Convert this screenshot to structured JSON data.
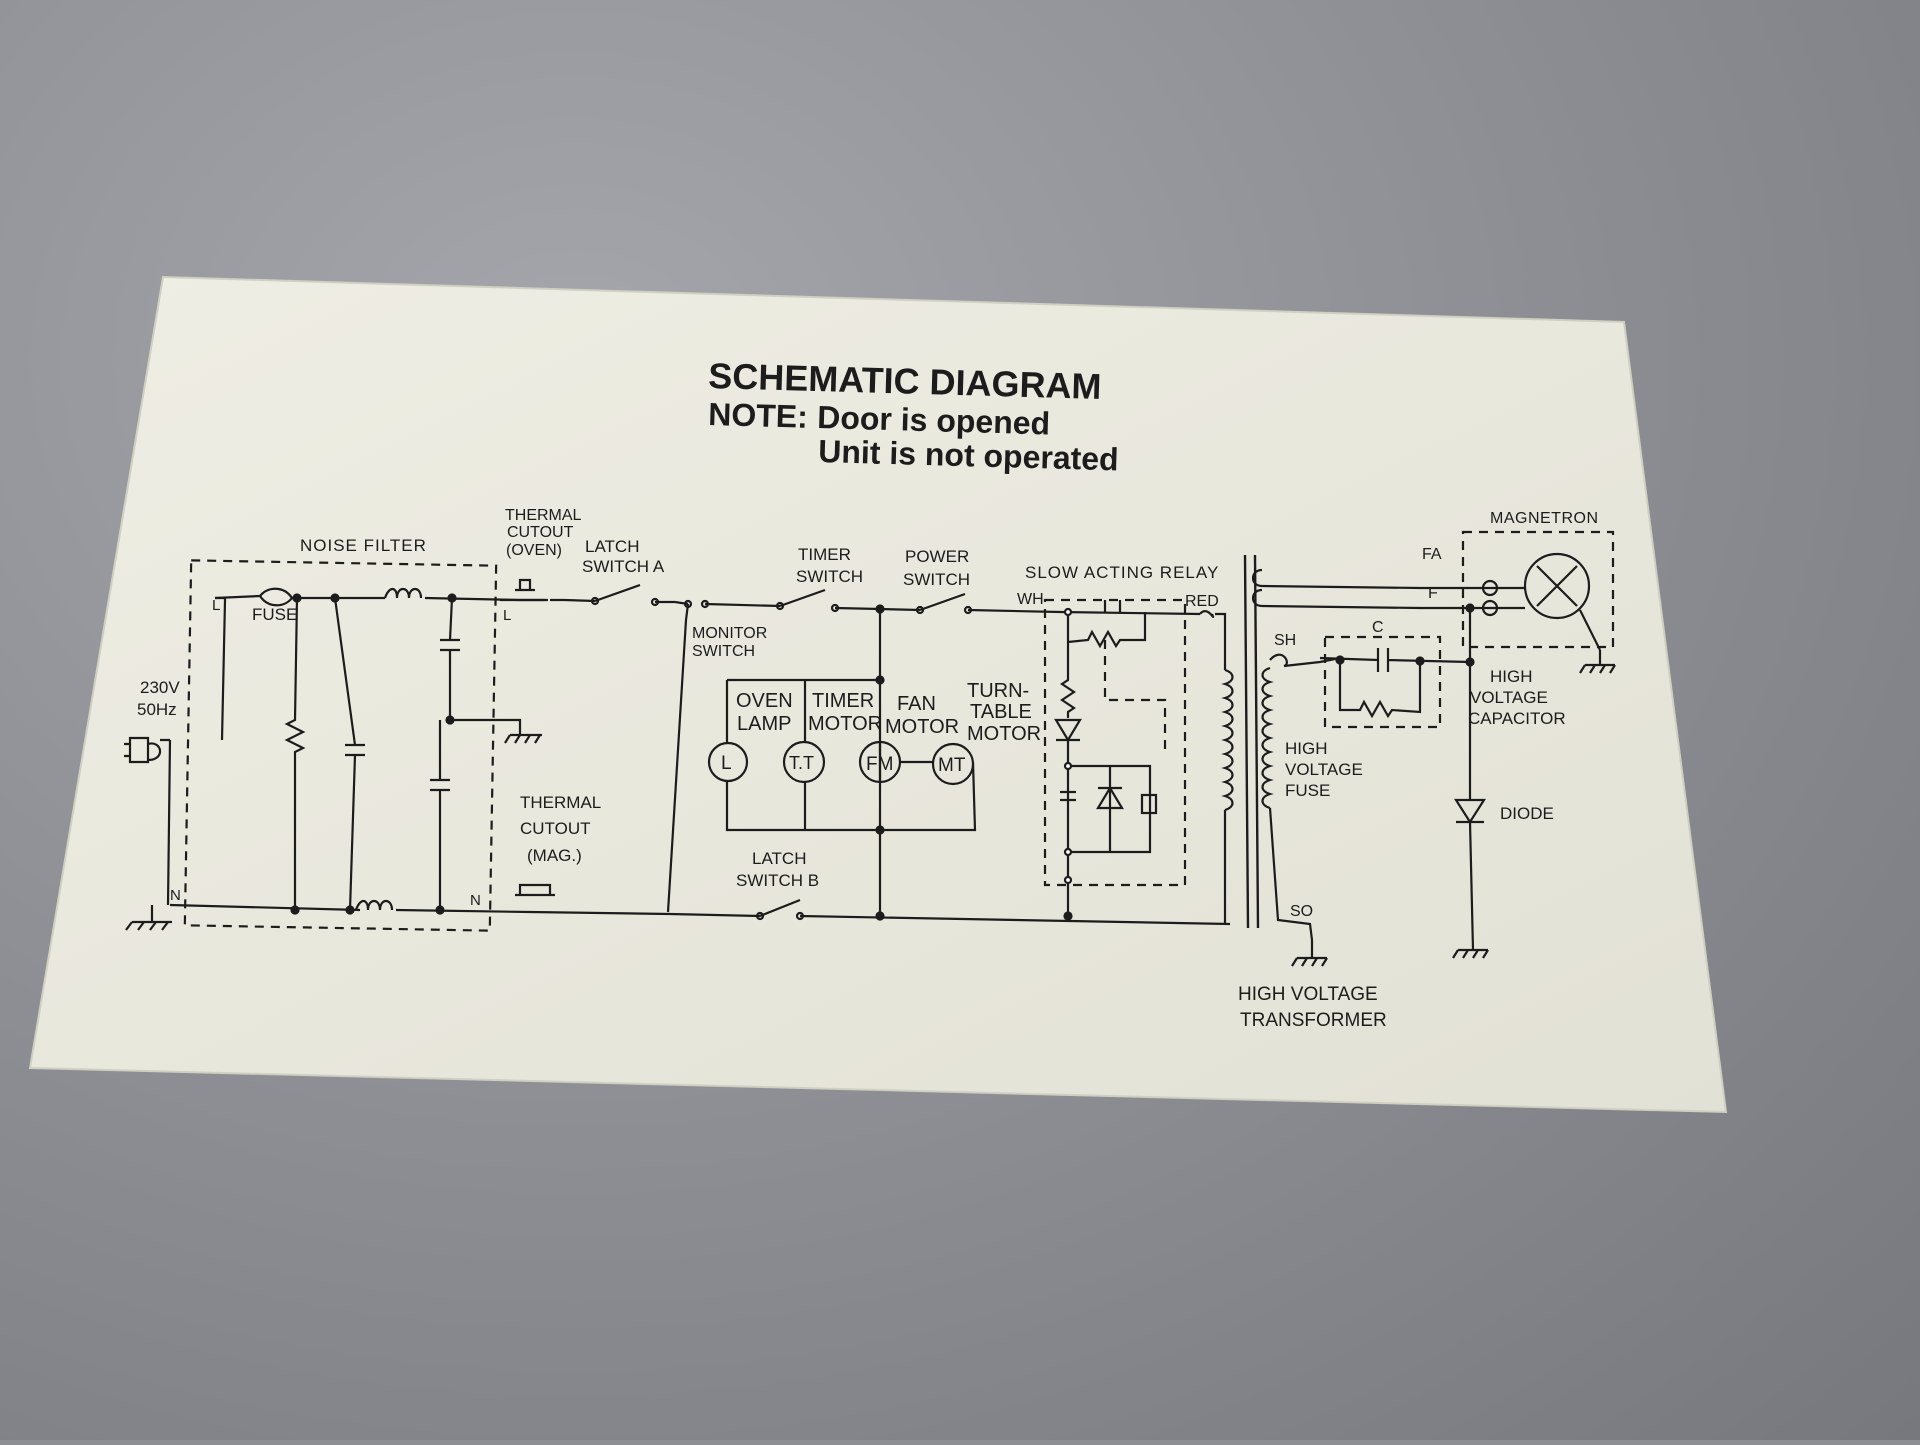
{
  "title": "SCHEMATIC DIAGRAM",
  "note_label": "NOTE:",
  "note_line1": "Door is opened",
  "note_line2": "Unit is not operated",
  "labels": {
    "noise_filter": "NOISE FILTER",
    "fuse": "FUSE",
    "supply_l": "L",
    "supply_n": "N",
    "filter_l": "L",
    "filter_n": "N",
    "voltage": "230V",
    "frequency": "50Hz",
    "thermal_cutout_oven_1": "THERMAL",
    "thermal_cutout_oven_2": "CUTOUT",
    "thermal_cutout_oven_3": "(OVEN)",
    "latch_switch_a_1": "LATCH",
    "latch_switch_a_2": "SWITCH A",
    "monitor_switch_1": "MONITOR",
    "monitor_switch_2": "SWITCH",
    "timer_switch_1": "TIMER",
    "timer_switch_2": "SWITCH",
    "power_switch_1": "POWER",
    "power_switch_2": "SWITCH",
    "slow_acting_relay": "SLOW ACTING RELAY",
    "wh": "WH",
    "red": "RED",
    "oven_lamp_1": "OVEN",
    "oven_lamp_2": "LAMP",
    "timer_motor_1": "TIMER",
    "timer_motor_2": "MOTOR",
    "fan_motor_1": "FAN",
    "fan_motor_2": "MOTOR",
    "turntable_motor_1": "TURN-",
    "turntable_motor_2": "TABLE",
    "turntable_motor_3": "MOTOR",
    "sym_l": "L",
    "sym_tt": "T.T",
    "sym_fm": "FM",
    "sym_mt": "MT",
    "thermal_cutout_mag_1": "THERMAL",
    "thermal_cutout_mag_2": "CUTOUT",
    "thermal_cutout_mag_3": "(MAG.)",
    "latch_switch_b_1": "LATCH",
    "latch_switch_b_2": "SWITCH B",
    "magnetron": "MAGNETRON",
    "fa": "FA",
    "f": "F",
    "sh": "SH",
    "c": "C",
    "so": "SO",
    "hv_capacitor_1": "HIGH",
    "hv_capacitor_2": "VOLTAGE",
    "hv_capacitor_3": "CAPACITOR",
    "hv_fuse_1": "HIGH",
    "hv_fuse_2": "VOLTAGE",
    "hv_fuse_3": "FUSE",
    "diode": "DIODE",
    "hv_transformer_1": "HIGH VOLTAGE",
    "hv_transformer_2": "TRANSFORMER"
  },
  "colors": {
    "surface": "#8d8f95",
    "paper": "#ecebe0",
    "ink": "#1c1c1c"
  }
}
